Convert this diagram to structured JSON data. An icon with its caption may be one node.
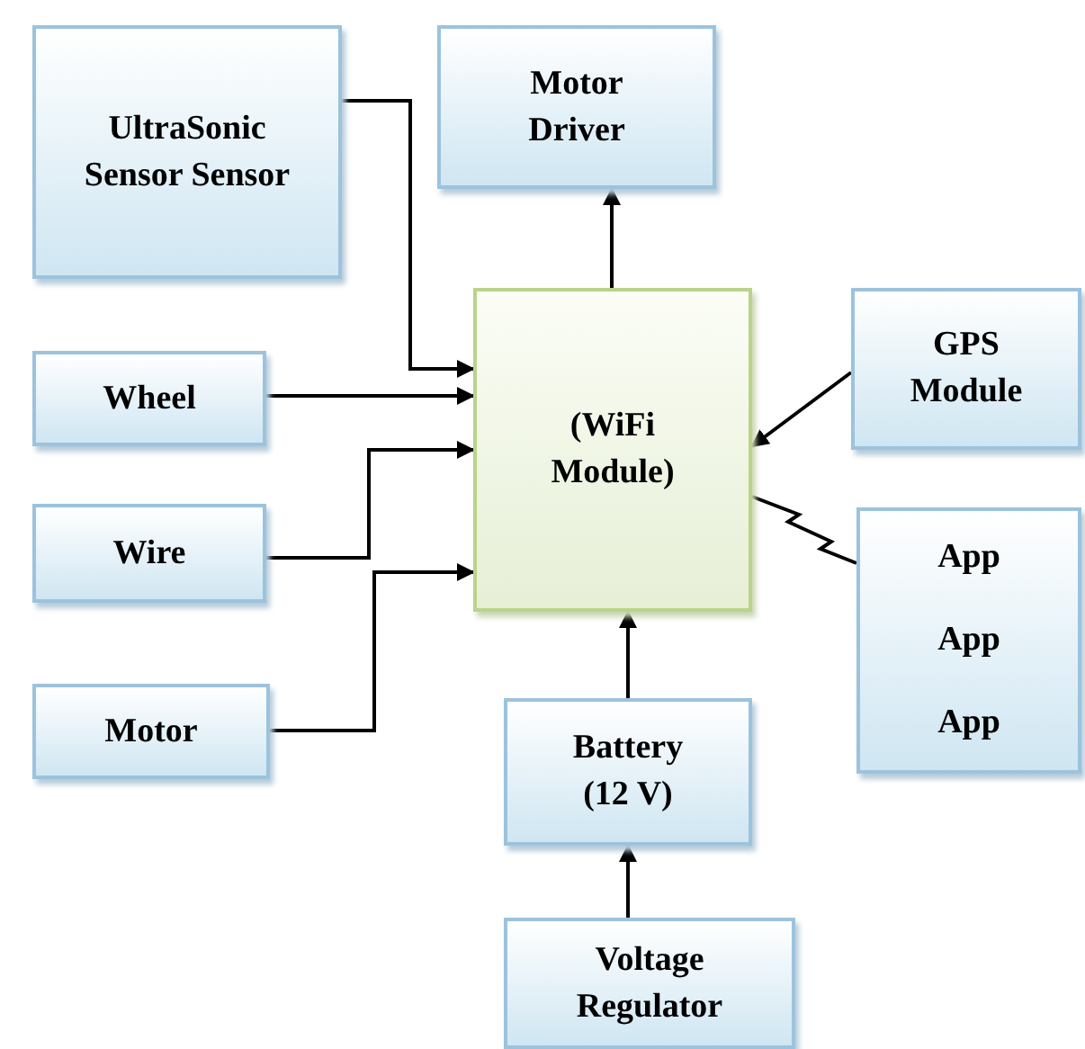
{
  "diagram": {
    "nodes": [
      {
        "text": [
          "UltraSonic Sensor Sensor"
        ]
      },
      {
        "text": [
          "Motor Driver"
        ]
      },
      {
        "text": [
          "(WiFi Module)"
        ]
      },
      {
        "text": [
          "GPS Module"
        ]
      },
      {
        "text": [
          "Wheel"
        ]
      },
      {
        "text": [
          "Wire"
        ]
      },
      {
        "text": [
          "App",
          "App",
          "App"
        ]
      },
      {
        "text": [
          "Motor"
        ]
      },
      {
        "text": [
          "Battery (12 V)"
        ]
      },
      {
        "text": [
          "Voltage Regulator"
        ]
      }
    ],
    "edges": [
      {
        "from": 0,
        "to": 2,
        "arrow": "to"
      },
      {
        "from": 4,
        "to": 2,
        "arrow": "to"
      },
      {
        "from": 5,
        "to": 2,
        "arrow": "to"
      },
      {
        "from": 7,
        "to": 2,
        "arrow": "to"
      },
      {
        "from": 2,
        "to": 1,
        "arrow": "to"
      },
      {
        "from": 3,
        "to": 2,
        "arrow": "to"
      },
      {
        "from": 2,
        "to": 6,
        "arrow": "none"
      },
      {
        "from": 8,
        "to": 2,
        "arrow": "to"
      },
      {
        "from": 9,
        "to": 8,
        "arrow": "to"
      }
    ]
  }
}
